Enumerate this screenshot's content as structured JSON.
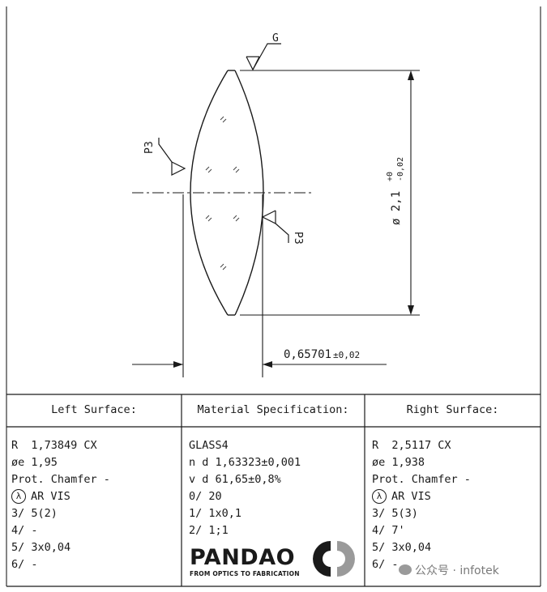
{
  "drawing": {
    "surface_label_top": "G",
    "surface_label_left": "P3",
    "surface_label_right": "P3",
    "diameter_prefix": "ø 2,1",
    "diameter_tol_upper": "+0",
    "diameter_tol_lower": "-0,02",
    "thickness_value": "0,65701",
    "thickness_tol": "±0,02"
  },
  "table": {
    "left_header": "Left Surface:",
    "material_header": "Material Specification:",
    "right_header": "Right Surface:",
    "left_lines": [
      "R  1,73849 CX",
      "øe 1,95",
      "Prot. Chamfer -",
      "AR VIS",
      "3/ 5(2)",
      "4/ -",
      "5/ 3x0,04",
      "6/ -"
    ],
    "material_lines": [
      "GLASS4",
      "n d 1,63323±0,001",
      "v d 61,65±0,8%",
      "0/ 20",
      "1/ 1x0,1",
      "2/ 1;1"
    ],
    "right_lines": [
      "R  2,5117 CX",
      "øe 1,938",
      "Prot. Chamfer -",
      "AR VIS",
      "3/ 5(3)",
      "4/ 7'",
      "5/ 3x0,04",
      "6/ -"
    ],
    "coating_symbol": "λ"
  },
  "logo": {
    "name": "PANDAO",
    "tagline": "FROM OPTICS TO FABRICATION"
  },
  "watermark": {
    "text": "公众号 · infotek",
    "icon": "wechat-icon"
  }
}
